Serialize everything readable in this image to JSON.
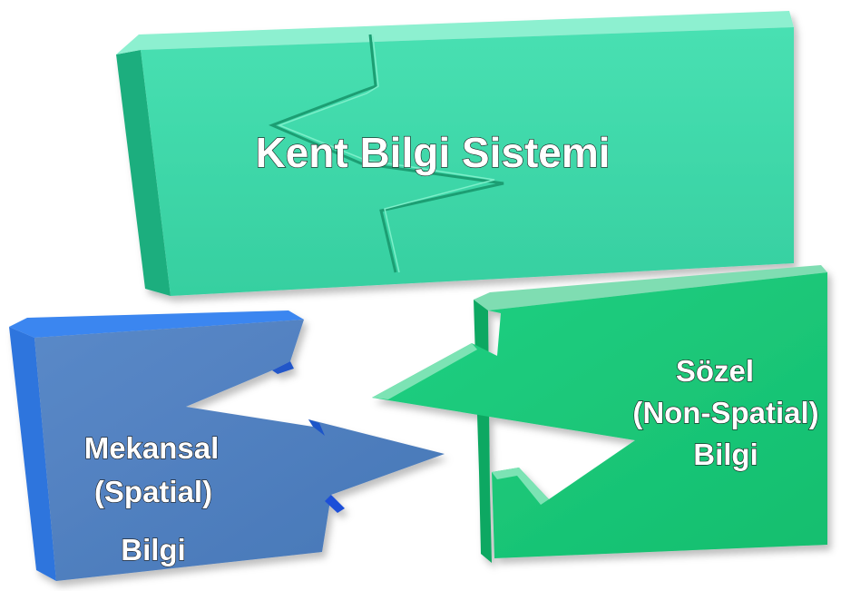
{
  "diagram": {
    "title": "Kent Bilgi Sistemi",
    "left_piece": {
      "line1": "Mekansal",
      "line2": "(Spatial)",
      "line3": "Bilgi",
      "color": "#4F7FBF"
    },
    "right_piece": {
      "line1": "Sözel",
      "line2": "(Non-Spatial)",
      "line3": "Bilgi",
      "color": "#1DC97A"
    },
    "top_piece_color": "#3DD9A8"
  }
}
